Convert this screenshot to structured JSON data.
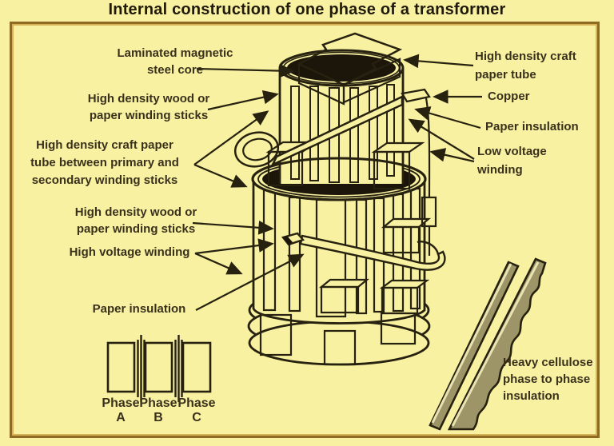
{
  "title": "Internal construction of one phase of a transformer",
  "colors": {
    "background": "#f8f1a1",
    "panel_border": "#8f6a22",
    "panel_border_inner": "#d7b257",
    "line": "#272110",
    "black": "#1c160a",
    "text": "#3a311d",
    "sheet": "#9d9468",
    "sheet_highlight": "#e9e3b2"
  },
  "labels": {
    "laminated_core": {
      "lines": [
        "Laminated magnetic",
        "steel core"
      ]
    },
    "winding_sticks_upper": {
      "lines": [
        "High density wood or",
        "paper winding sticks"
      ]
    },
    "craft_paper_between": {
      "lines": [
        "High density craft paper",
        "tube between primary and",
        "secondary winding sticks"
      ]
    },
    "winding_sticks_lower": {
      "lines": [
        "High density wood or",
        "paper winding sticks"
      ]
    },
    "high_voltage_winding": {
      "lines": [
        "High voltage winding"
      ]
    },
    "paper_insulation_left": {
      "lines": [
        "Paper insulation"
      ]
    },
    "craft_paper_tube": {
      "lines": [
        "High density craft",
        "paper tube"
      ]
    },
    "copper": {
      "lines": [
        "Copper"
      ]
    },
    "paper_insulation_right": {
      "lines": [
        "Paper insulation"
      ]
    },
    "low_voltage_winding": {
      "lines": [
        "Low voltage",
        "winding"
      ]
    },
    "cellulose_insulation": {
      "lines": [
        "Heavy cellulose",
        "phase to phase",
        "insulation"
      ]
    }
  },
  "phase_legend": {
    "phases": [
      {
        "word": "Phase",
        "letter": "A"
      },
      {
        "word": "Phase",
        "letter": "B"
      },
      {
        "word": "Phase",
        "letter": "C"
      }
    ]
  }
}
